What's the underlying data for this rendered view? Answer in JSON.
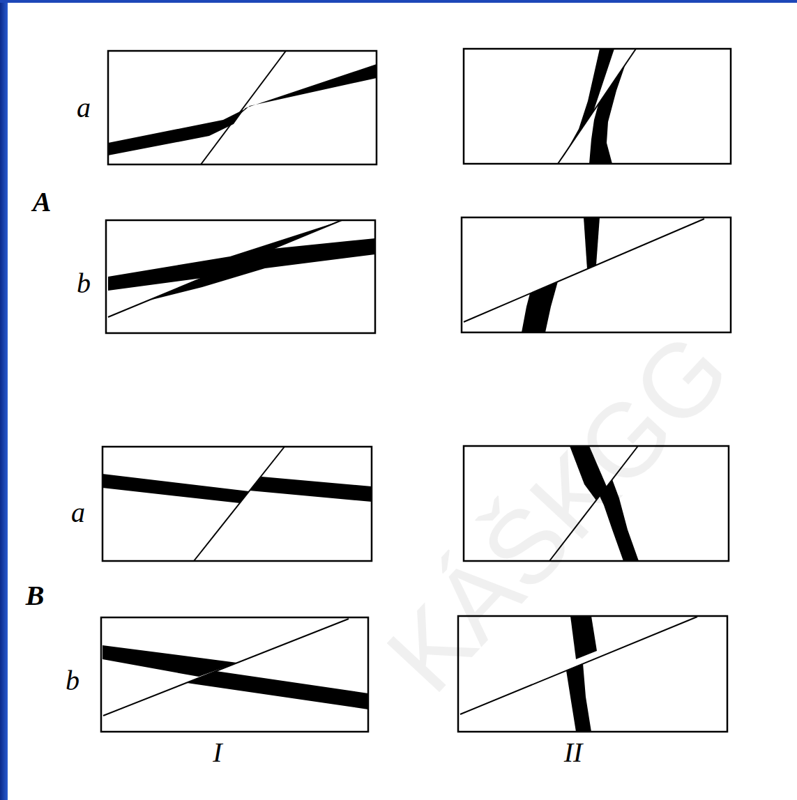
{
  "diagram": {
    "labels": [
      "a",
      "A",
      "b",
      "a",
      "B",
      "b",
      "I",
      "II",
      "KÁŠKGG"
    ]
  }
}
